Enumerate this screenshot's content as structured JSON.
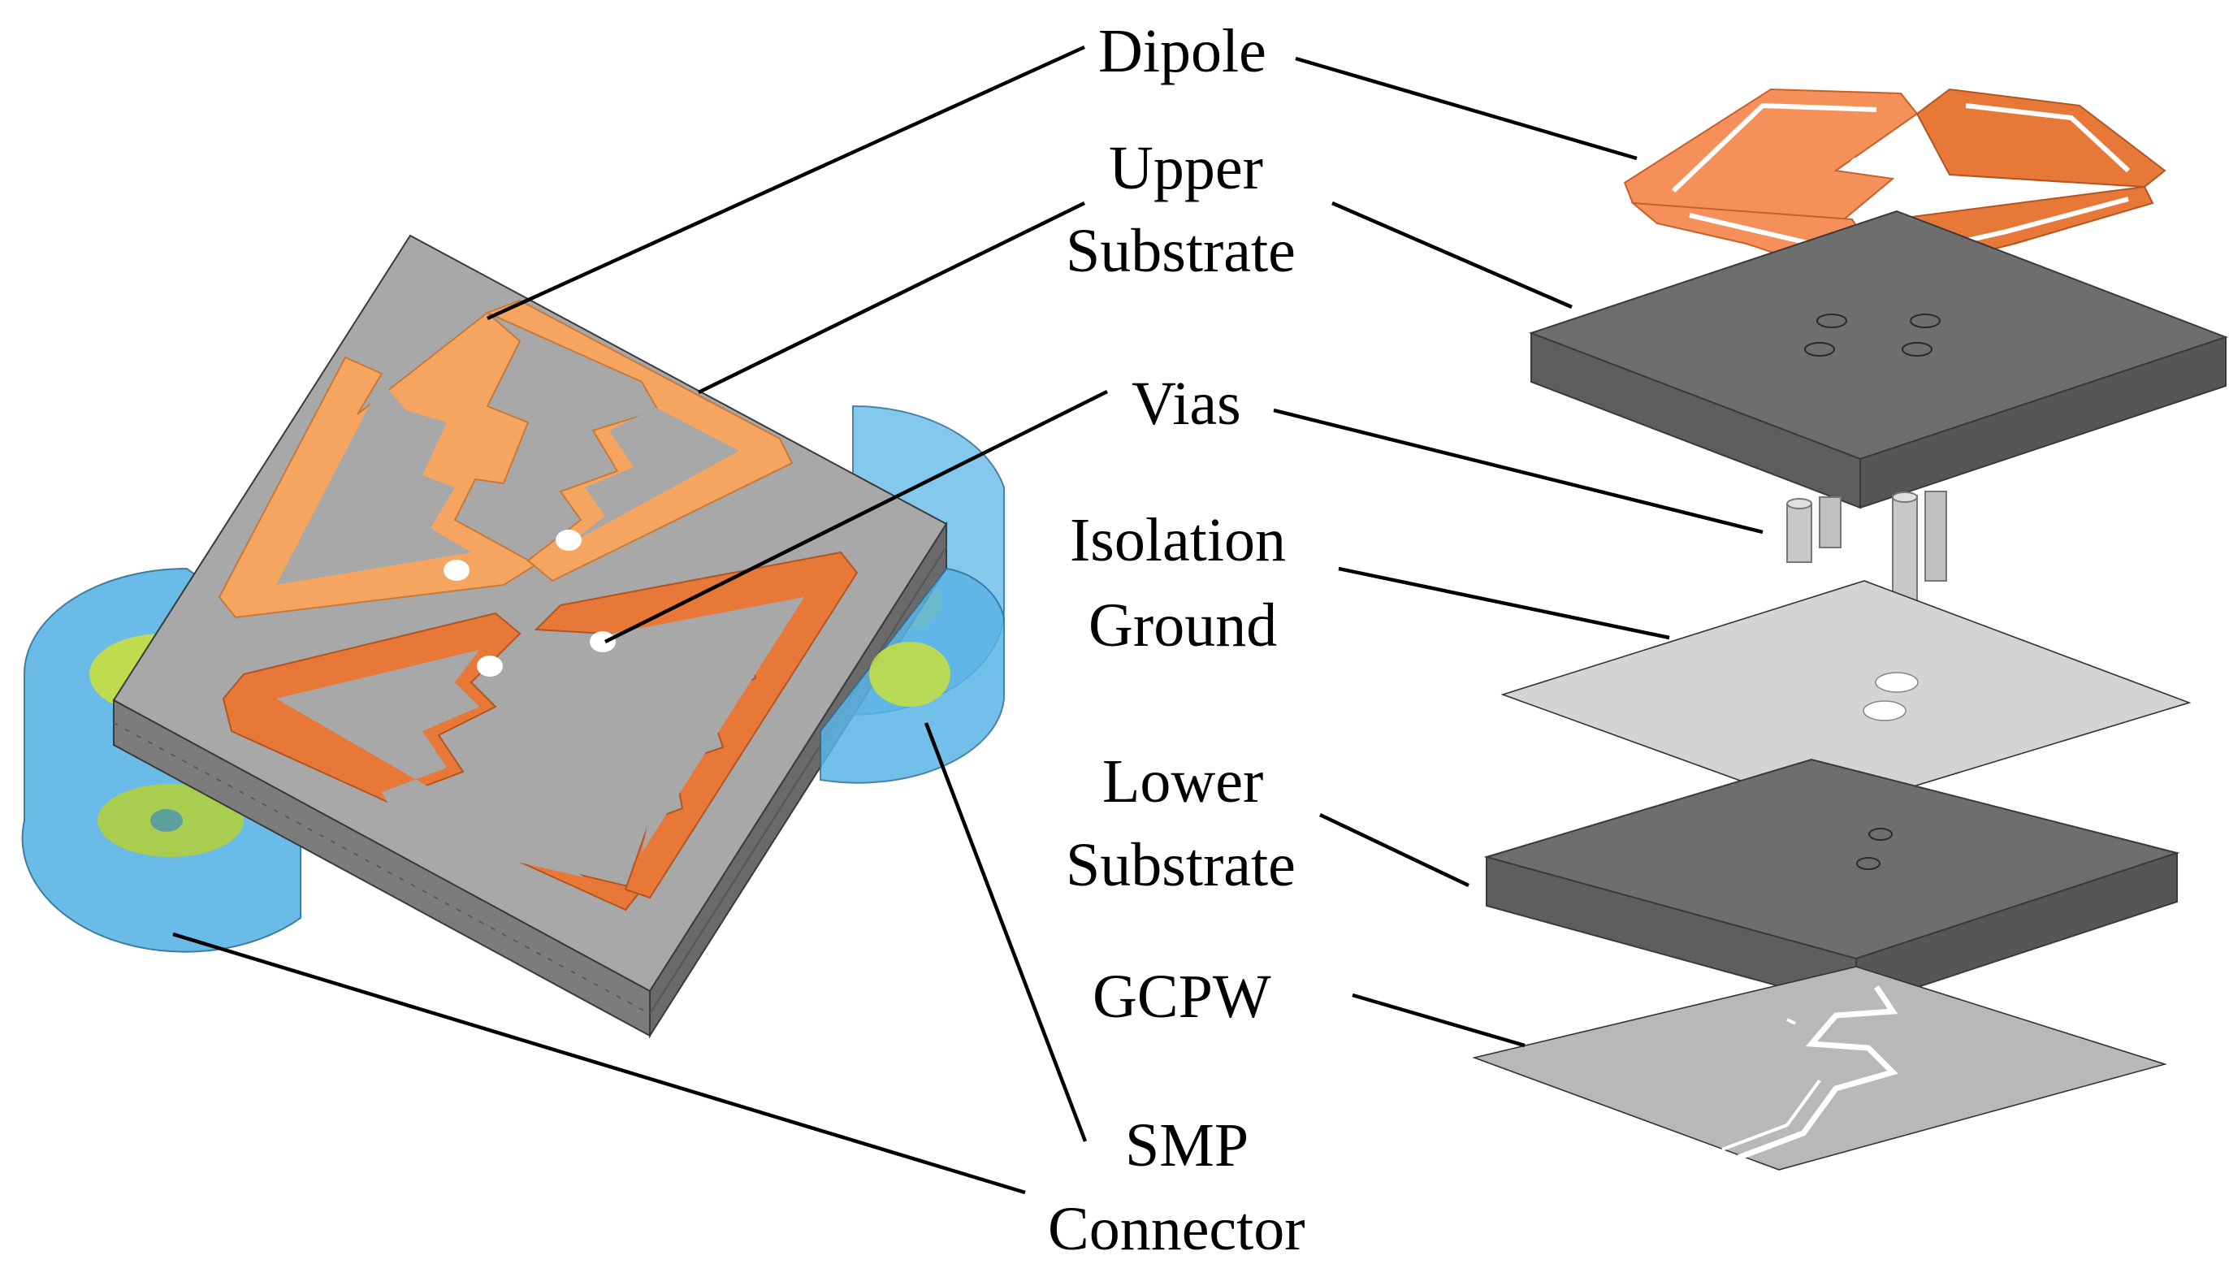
{
  "labels": {
    "dipole": "Dipole",
    "upper_line1": "Upper",
    "upper_line2": "Substrate",
    "vias": "Vias",
    "isolation_line1": "Isolation",
    "isolation_line2": "Ground",
    "lower_line1": "Lower",
    "lower_line2": "Substrate",
    "gcpw": "GCPW",
    "smp_line1": "SMP",
    "smp_line2": "Connector"
  },
  "colors": {
    "dipole_light": "#F5A560",
    "dipole_dark": "#E87838",
    "substrate_top": "#A8A8A8",
    "substrate_side": "#7A7A7A",
    "substrate_dark": "#6E6E6E",
    "ground_plane": "#D0D0D0",
    "gcpw_plane": "#B4B4B4",
    "connector_blue": "#5AB4E6",
    "connector_yellow": "#C8E03C"
  },
  "icons": [
    "antenna-assembled-view",
    "antenna-exploded-view"
  ]
}
